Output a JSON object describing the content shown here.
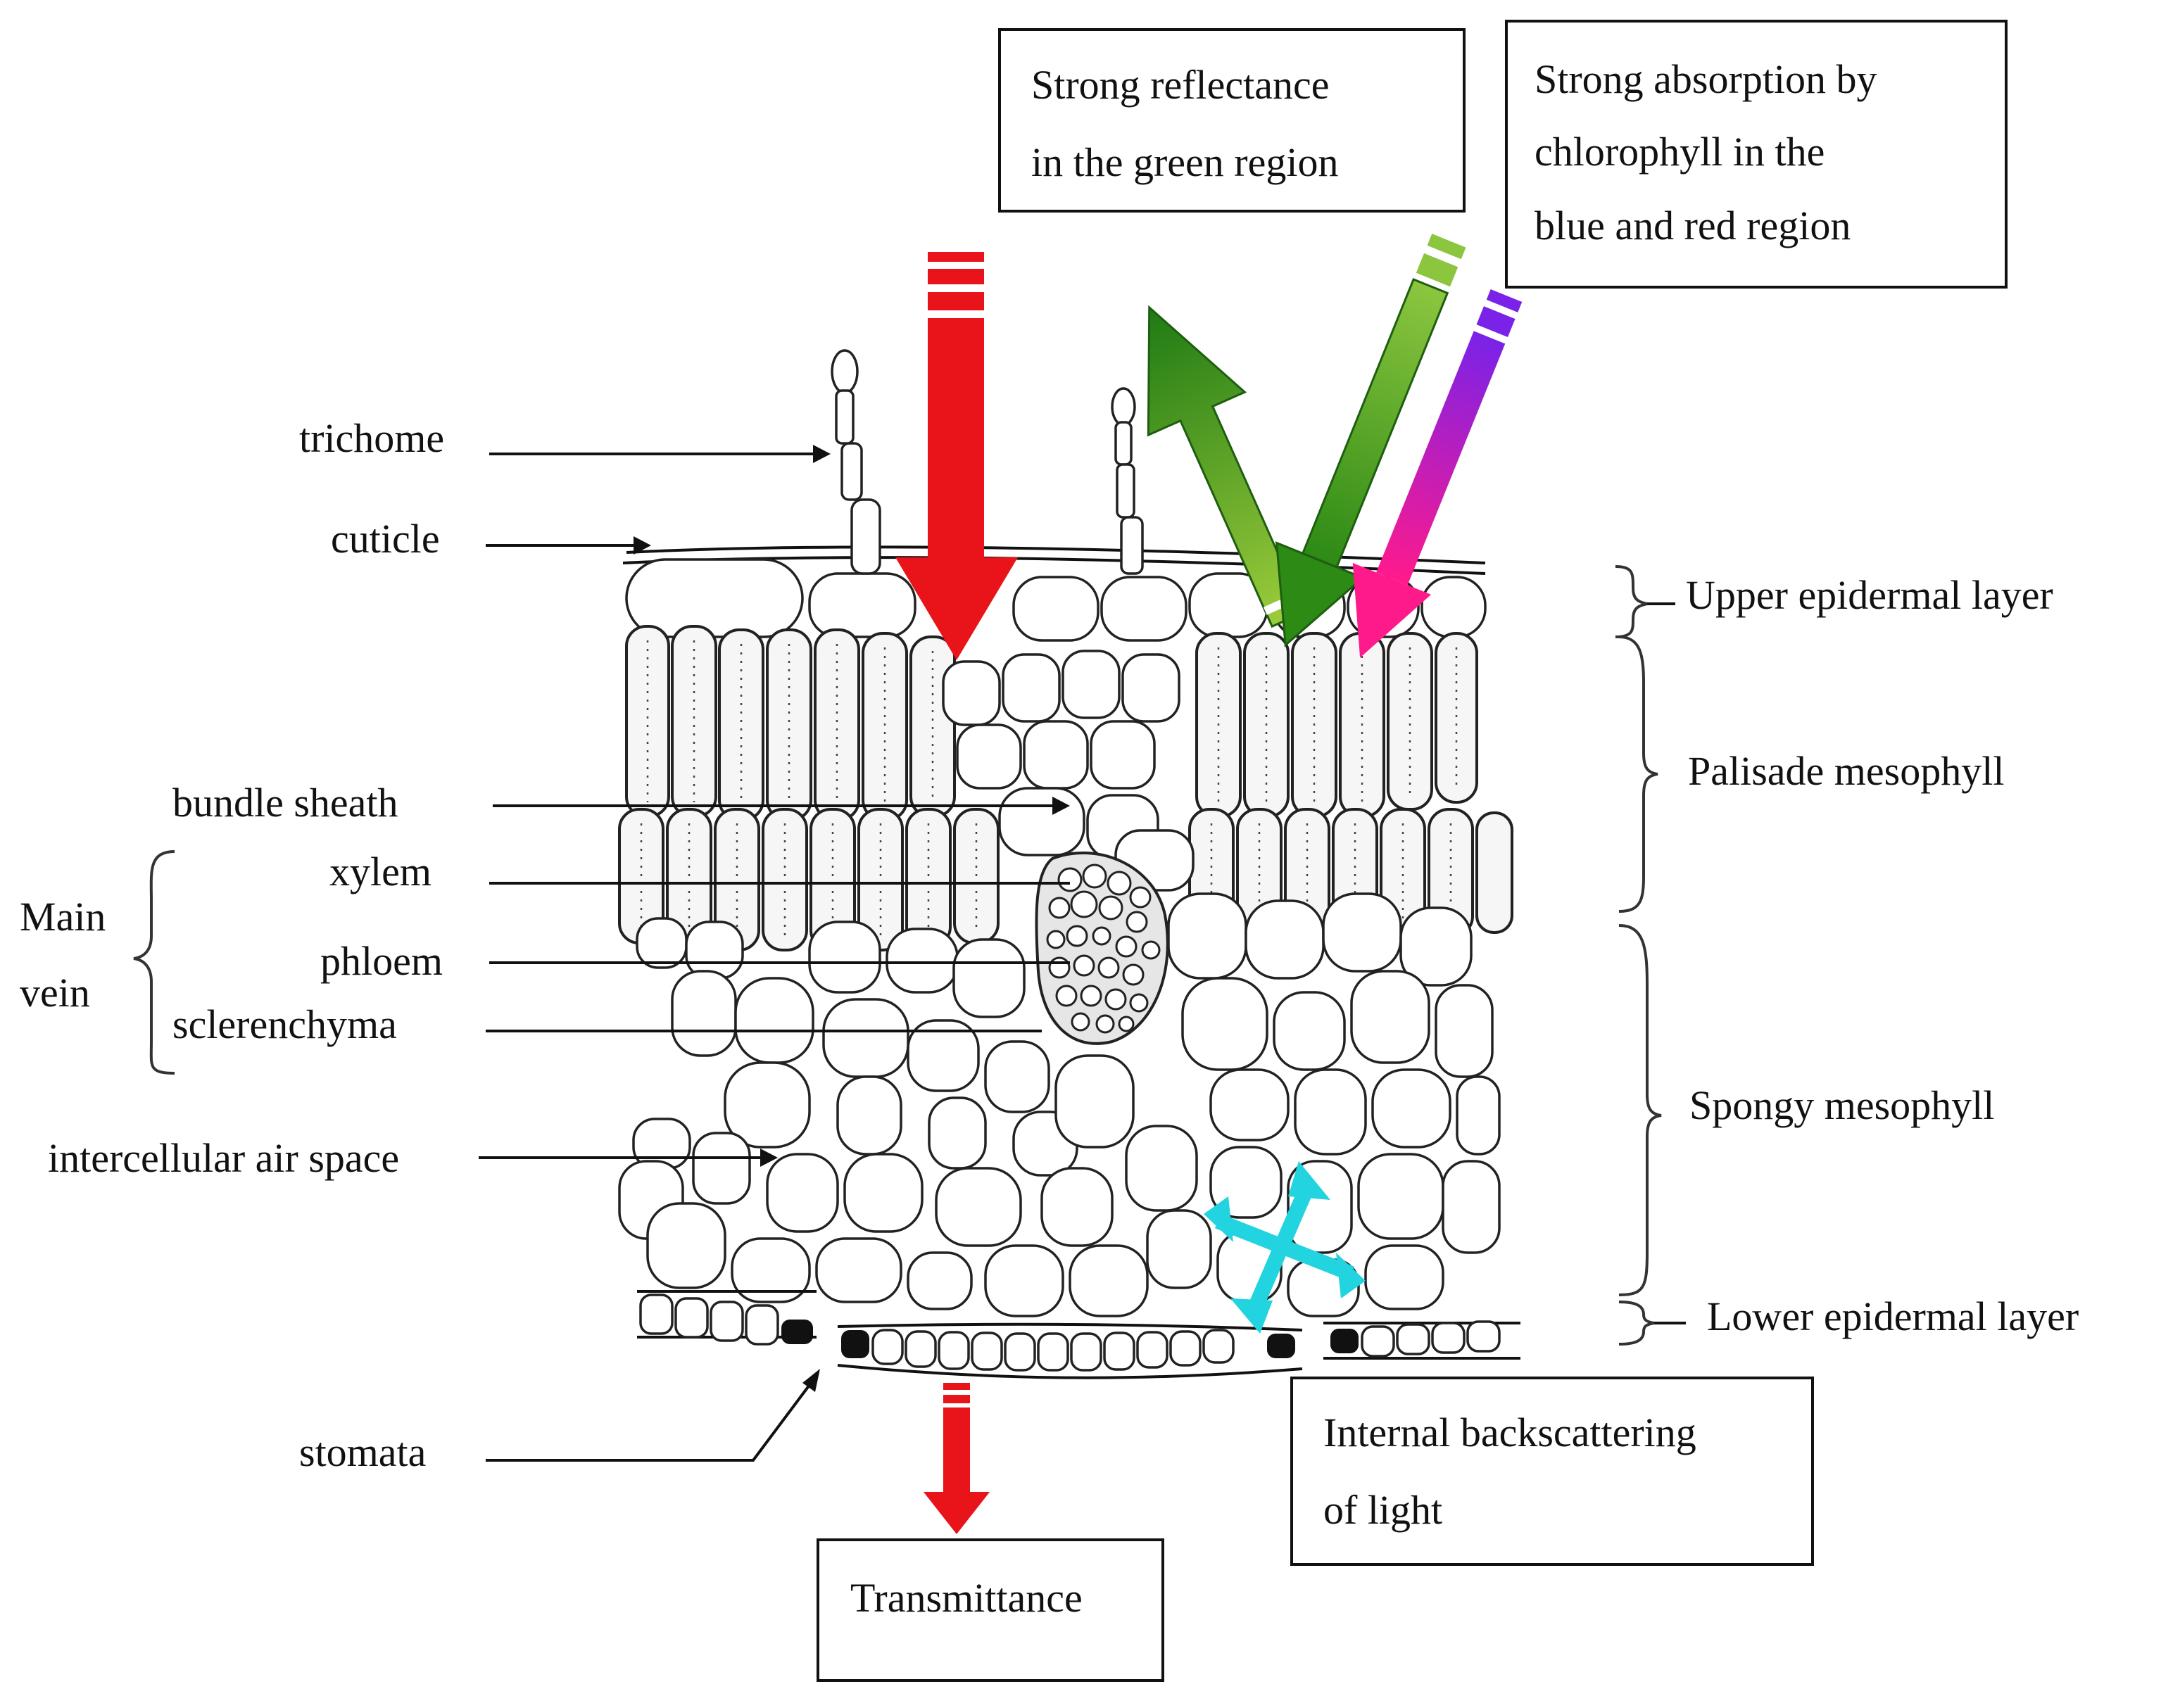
{
  "labels": {
    "trichome": "trichome",
    "cuticle": "cuticle",
    "bundle_sheath": "bundle sheath",
    "xylem": "xylem",
    "phloem": "phloem",
    "sclerenchyma": "sclerenchyma",
    "main_vein": "Main vein",
    "main_vein_line1": "Main",
    "main_vein_line2": "vein",
    "intercellular_air_space": "intercellular air space",
    "stomata": "stomata",
    "upper_epidermal_layer": "Upper epidermal layer",
    "palisade_mesophyll": "Palisade mesophyll",
    "spongy_mesophyll": "Spongy mesophyll",
    "lower_epidermal_layer": "Lower epidermal layer"
  },
  "boxes": {
    "green_reflectance": [
      "Strong reflectance",
      "in the green region"
    ],
    "chlorophyll_absorption": [
      "Strong absorption by",
      "chlorophyll in the",
      "blue and red region"
    ],
    "backscattering": [
      "Internal backscattering",
      "of light"
    ],
    "transmittance": [
      "Transmittance"
    ]
  },
  "colors": {
    "red_arrow": "#e8141a",
    "green_arrow": "#2e8b14",
    "green_arrow_light": "#8cc63f",
    "violet_pink_arrow_top": "#8a2be2",
    "violet_pink_arrow_bottom": "#ff1493",
    "cyan_arrow": "#22d3e0"
  }
}
